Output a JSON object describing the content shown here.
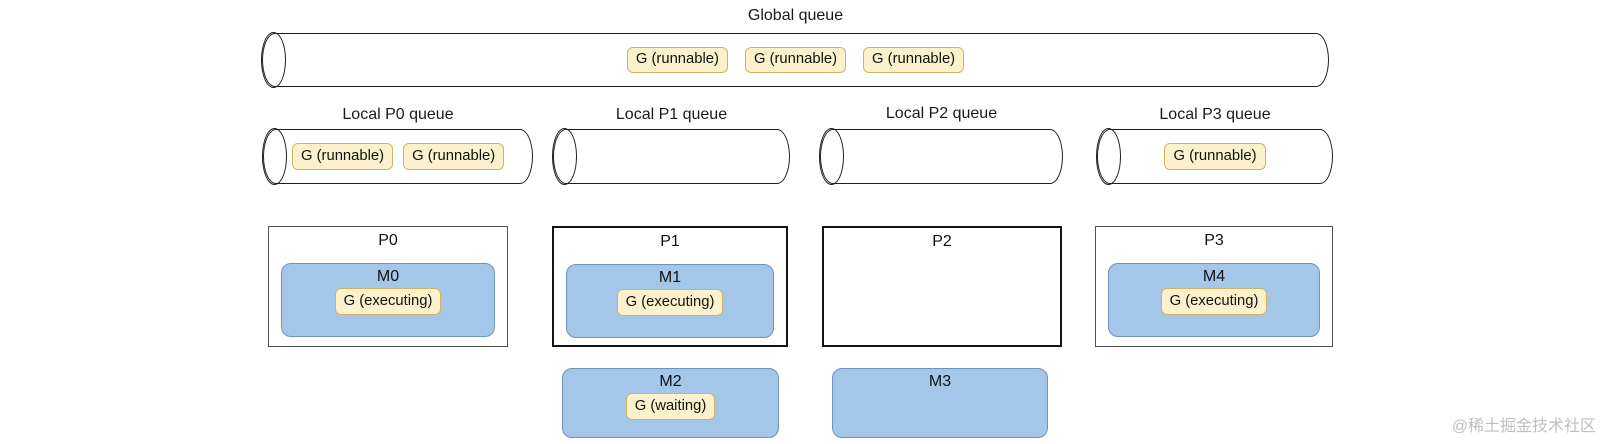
{
  "watermark": "@稀土掘金技术社区",
  "global_queue": {
    "title": "Global queue",
    "items": [
      "G (runnable)",
      "G (runnable)",
      "G (runnable)"
    ]
  },
  "local_queues": [
    {
      "title": "Local P0 queue",
      "items": [
        "G (runnable)",
        "G (runnable)"
      ]
    },
    {
      "title": "Local P1 queue",
      "items": []
    },
    {
      "title": "Local P2 queue",
      "items": []
    },
    {
      "title": "Local P3 queue",
      "items": [
        "G (runnable)"
      ]
    }
  ],
  "processors": [
    {
      "label": "P0",
      "machine": {
        "label": "M0",
        "goroutine": "G (executing)"
      }
    },
    {
      "label": "P1",
      "machine": {
        "label": "M1",
        "goroutine": "G (executing)"
      }
    },
    {
      "label": "P2"
    },
    {
      "label": "P3",
      "machine": {
        "label": "M4",
        "goroutine": "G (executing)"
      }
    }
  ],
  "detached_machines": [
    {
      "label": "M2",
      "goroutine": "G (waiting)"
    },
    {
      "label": "M3"
    }
  ],
  "colors": {
    "badge_fill": "#FBF2CD",
    "badge_border": "#D0B266",
    "machine_fill": "#A3C6E9",
    "machine_border": "#7191BE",
    "cylinder_stroke": "#1F1F1F"
  }
}
